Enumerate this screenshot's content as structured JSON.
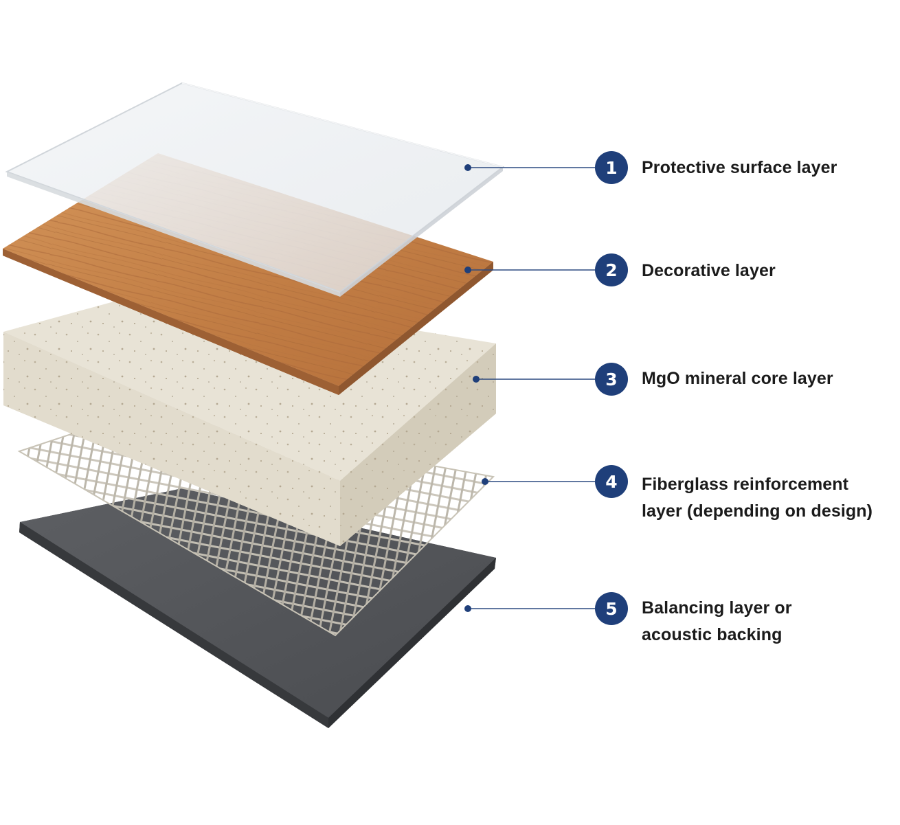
{
  "colors": {
    "accent": "#1f3f7a",
    "leader_line": "#2c4a80",
    "glass": "#e9ecef",
    "wood": "#c6834a",
    "core": "#e6e1d3",
    "mesh": "#bdb8ac",
    "backing": "#54565a"
  },
  "layers": [
    {
      "number": "1",
      "label_lines": [
        "Protective surface layer"
      ]
    },
    {
      "number": "2",
      "label_lines": [
        "Decorative layer"
      ]
    },
    {
      "number": "3",
      "label_lines": [
        "MgO mineral core layer"
      ]
    },
    {
      "number": "4",
      "label_lines": [
        "Fiberglass reinforcement",
        "layer (depending on design)"
      ]
    },
    {
      "number": "5",
      "label_lines": [
        "Balancing layer or",
        "acoustic backing"
      ]
    }
  ]
}
